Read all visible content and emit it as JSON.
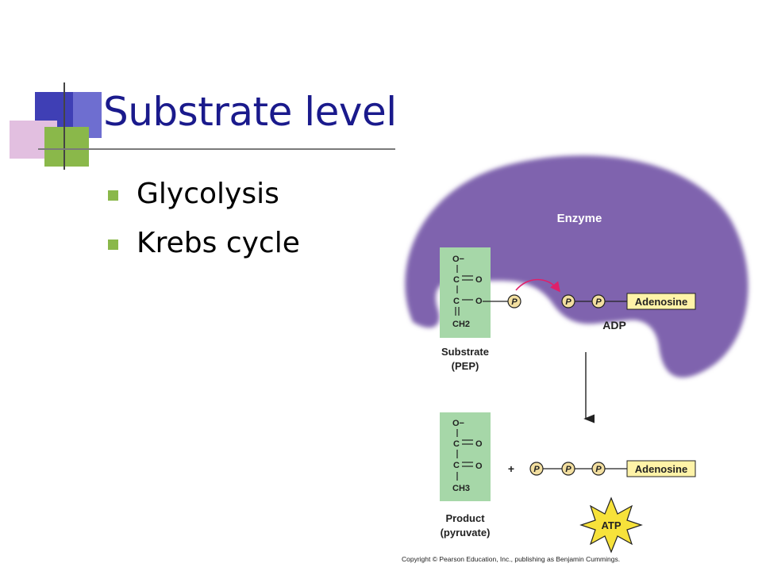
{
  "slide": {
    "title": "Substrate level",
    "bullets": [
      "Glycolysis",
      "Krebs cycle"
    ]
  },
  "diagram": {
    "enzyme_label": "Enzyme",
    "substrate": {
      "atoms": [
        "O−",
        "C",
        "O",
        "C",
        "O",
        "CH2"
      ],
      "label_line1": "Substrate",
      "label_line2": "(PEP)"
    },
    "adp": {
      "phosphate": "P",
      "adenosine": "Adenosine",
      "label": "ADP"
    },
    "product": {
      "atoms": [
        "O−",
        "C",
        "O",
        "C",
        "O",
        "CH3"
      ],
      "label_line1": "Product",
      "label_line2": "(pyruvate)"
    },
    "plus": "+",
    "atp_label": "ATP",
    "copyright": "Copyright © Pearson Education, Inc., publishing as Benjamin Cummings."
  },
  "colors": {
    "title": "#1a1a8c",
    "bullet": "#8ab84a",
    "enzyme": "#7f63ae",
    "molecule_box": "#a6d7a8",
    "adenosine_box": "#fff3a8",
    "phosphate": "#f3dfa0",
    "arrow": "#e0206a",
    "atp_star": "#f7e23a"
  }
}
